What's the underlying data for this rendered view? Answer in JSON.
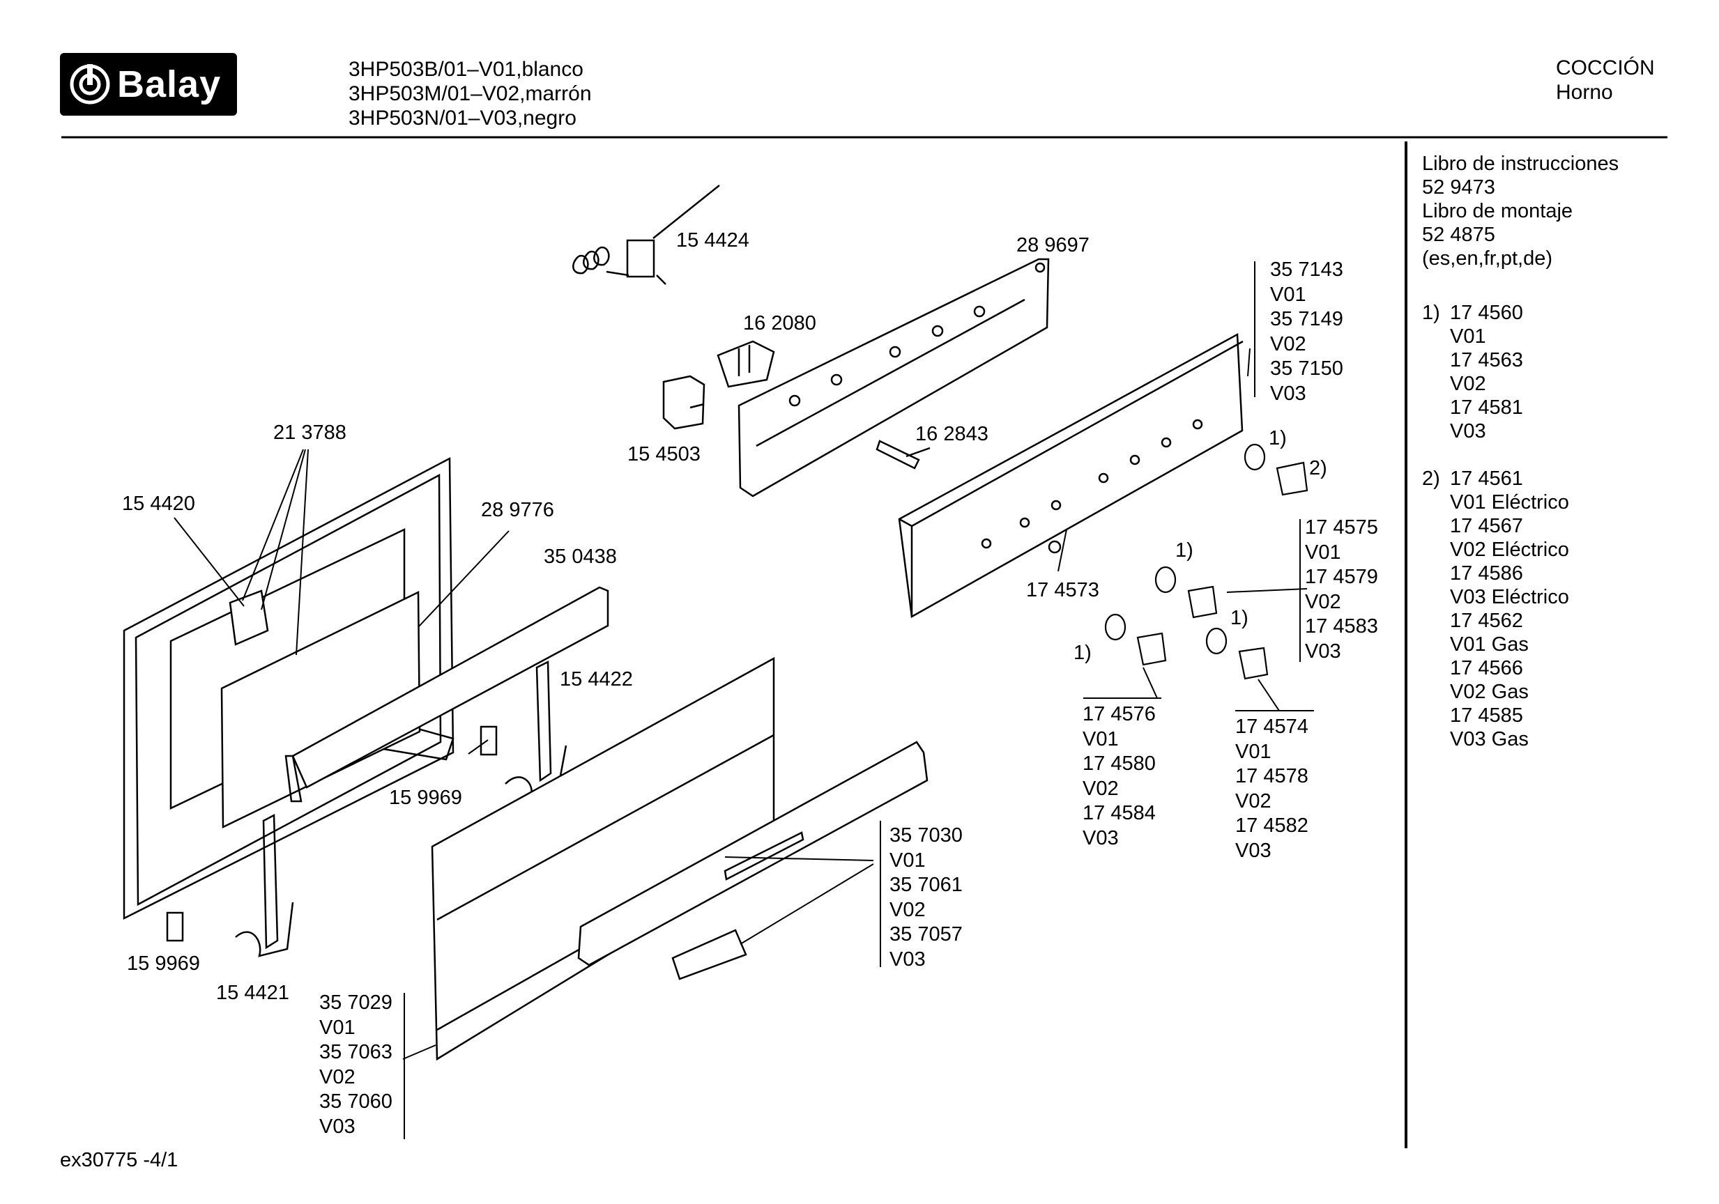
{
  "header": {
    "brand": "Balay",
    "models": [
      "3HP503B/01–V01,blanco",
      "3HP503M/01–V02,marrón",
      "3HP503N/01–V03,negro"
    ],
    "category": "COCCIÓN",
    "subcategory": "Horno"
  },
  "sidebar": {
    "manuals": [
      "Libro de instrucciones",
      "52 9473",
      "Libro de montaje",
      "52 4875",
      "(es,en,fr,pt,de)"
    ],
    "note1_marker": "1)",
    "note1_lines": [
      "17 4560",
      "V01",
      "17 4563",
      "V02",
      "17 4581",
      "V03"
    ],
    "note2_marker": "2)",
    "note2_lines": [
      "17 4561",
      "V01 Eléctrico",
      "17 4567",
      "V02 Eléctrico",
      "17 4586",
      "V03 Eléctrico",
      "17 4562",
      "V01 Gas",
      "17 4566",
      "V02 Gas",
      "17 4585",
      "V03 Gas"
    ]
  },
  "labels": {
    "p154424": "15 4424",
    "p289697": "28 9697",
    "p162080": "16 2080",
    "p154503": "15 4503",
    "p162843": "16 2843",
    "p213788": "21 3788",
    "p154420": "15 4420",
    "p289776": "28 9776",
    "p350438": "35 0438",
    "p154422": "15 4422",
    "p159969a": "15 9969",
    "p159969b": "15 9969",
    "p154421": "15 4421",
    "p174573": "17 4573",
    "m1a": "1)",
    "m2a": "2)",
    "m1b": "1)",
    "m1c": "1)",
    "m1d": "1)"
  },
  "stacks": {
    "panel": [
      "35 7143",
      "V01",
      "35 7149",
      "V02",
      "35 7150",
      "V03"
    ],
    "knob_a": [
      "17 4575",
      "V01",
      "17 4579",
      "V02",
      "17 4583",
      "V03"
    ],
    "knob_b": [
      "17 4576",
      "V01",
      "17 4580",
      "V02",
      "17 4584",
      "V03"
    ],
    "knob_c": [
      "17 4574",
      "V01",
      "17 4578",
      "V02",
      "17 4582",
      "V03"
    ],
    "handle": [
      "35 7030",
      "V01",
      "35 7061",
      "V02",
      "35 7057",
      "V03"
    ],
    "door": [
      "35 7029",
      "V01",
      "35 7063",
      "V02",
      "35 7060",
      "V03"
    ]
  },
  "footer": {
    "code": "ex30775  -4/1"
  }
}
